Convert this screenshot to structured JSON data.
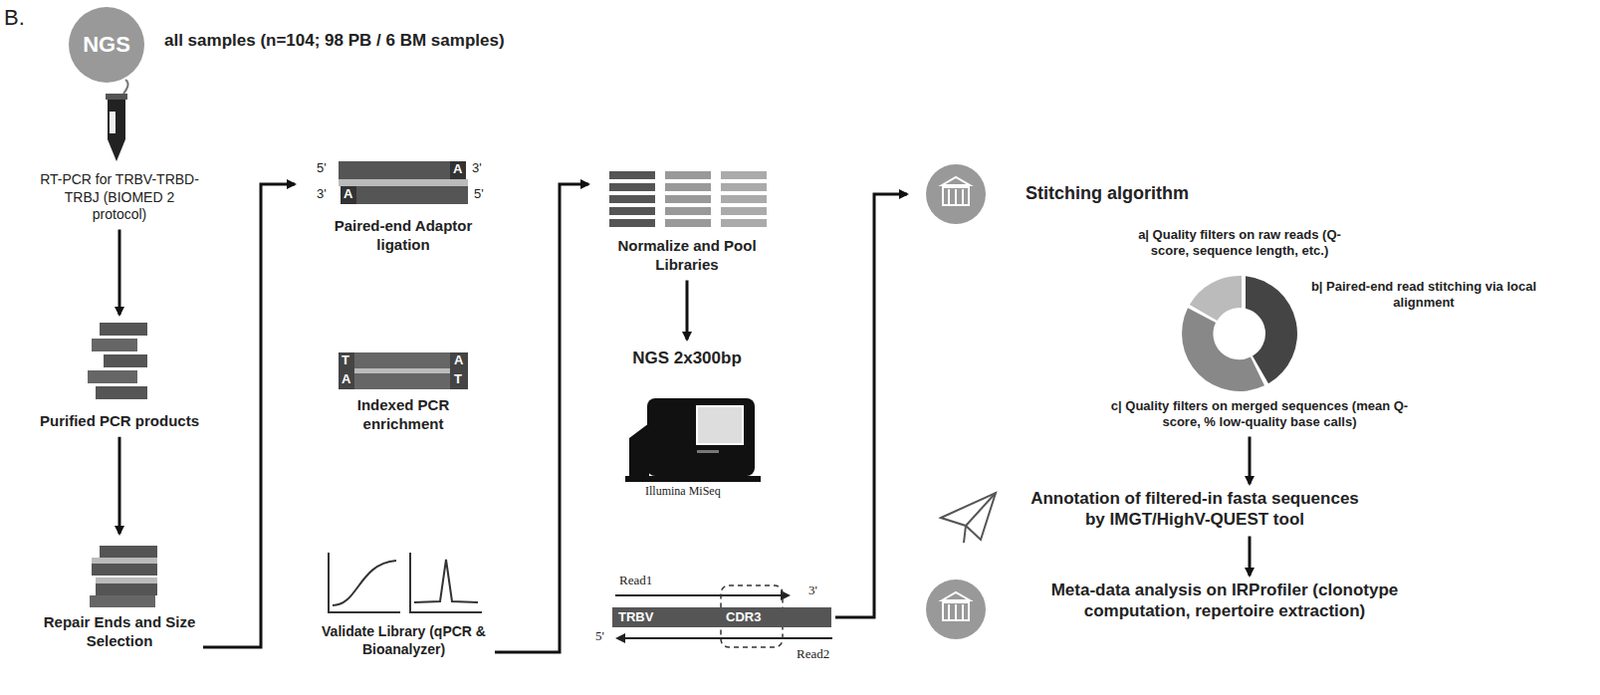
{
  "diagram": {
    "nodes": [
      {
        "text": [
          "NGS",
          "all samples (n=104; 98 PB / 6 BM samples)"
        ]
      },
      {
        "text": [
          "RT-PCR for TRBV-TRBD-TRBJ (BIOMED 2 protocol)"
        ]
      },
      {
        "text": [
          "Purified PCR products"
        ]
      },
      {
        "text": [
          "Repair Ends and Size Selection"
        ]
      },
      {
        "text": [
          "Paired-end Adaptor ligation"
        ]
      },
      {
        "text": [
          "Indexed PCR enrichment"
        ]
      },
      {
        "text": [
          "Validate Library (qPCR & Bioanalyzer)"
        ]
      },
      {
        "text": [
          "Normalize and Pool Libraries"
        ]
      },
      {
        "text": [
          "NGS 2x300bp"
        ]
      },
      {
        "text": [
          "TRBV",
          "CDR3"
        ]
      },
      {
        "text": [
          "Stitching algorithm"
        ]
      },
      {
        "text": [
          "a| Quality filters on raw reads (Q-score, sequence length, etc.)"
        ]
      },
      {
        "text": [
          "b| Paired-end read stitching via local alignment"
        ]
      },
      {
        "text": [
          "c| Quality filters on merged sequences (mean Q-score, % low-quality base calls)"
        ]
      },
      {
        "text": [
          "Annotation of filtered-in fasta sequences by IMGT/HighV-QUEST tool"
        ]
      },
      {
        "text": [
          "Meta-data analysis on IRProfiler (clonotype computation, repertoire extraction)"
        ]
      }
    ],
    "edges": [
      {
        "from": 1,
        "to": 2,
        "arrow": "to"
      },
      {
        "from": 2,
        "to": 3,
        "arrow": "to"
      },
      {
        "from": 3,
        "to": 4,
        "arrow": "to"
      },
      {
        "from": 6,
        "to": 7,
        "arrow": "to"
      },
      {
        "from": 7,
        "to": 8,
        "arrow": "to"
      },
      {
        "from": 9,
        "to": 10,
        "arrow": "to"
      },
      {
        "from": 13,
        "to": 14,
        "arrow": "to"
      },
      {
        "from": 14,
        "to": 15,
        "arrow": "to"
      }
    ],
    "labels": [
      "B.",
      "5'",
      "A",
      "3'",
      "3'",
      "A",
      "5'",
      "T",
      "A",
      "A",
      "T",
      "Illumina MiSeq",
      "Read1",
      "3'",
      "5'",
      "Read2"
    ]
  }
}
